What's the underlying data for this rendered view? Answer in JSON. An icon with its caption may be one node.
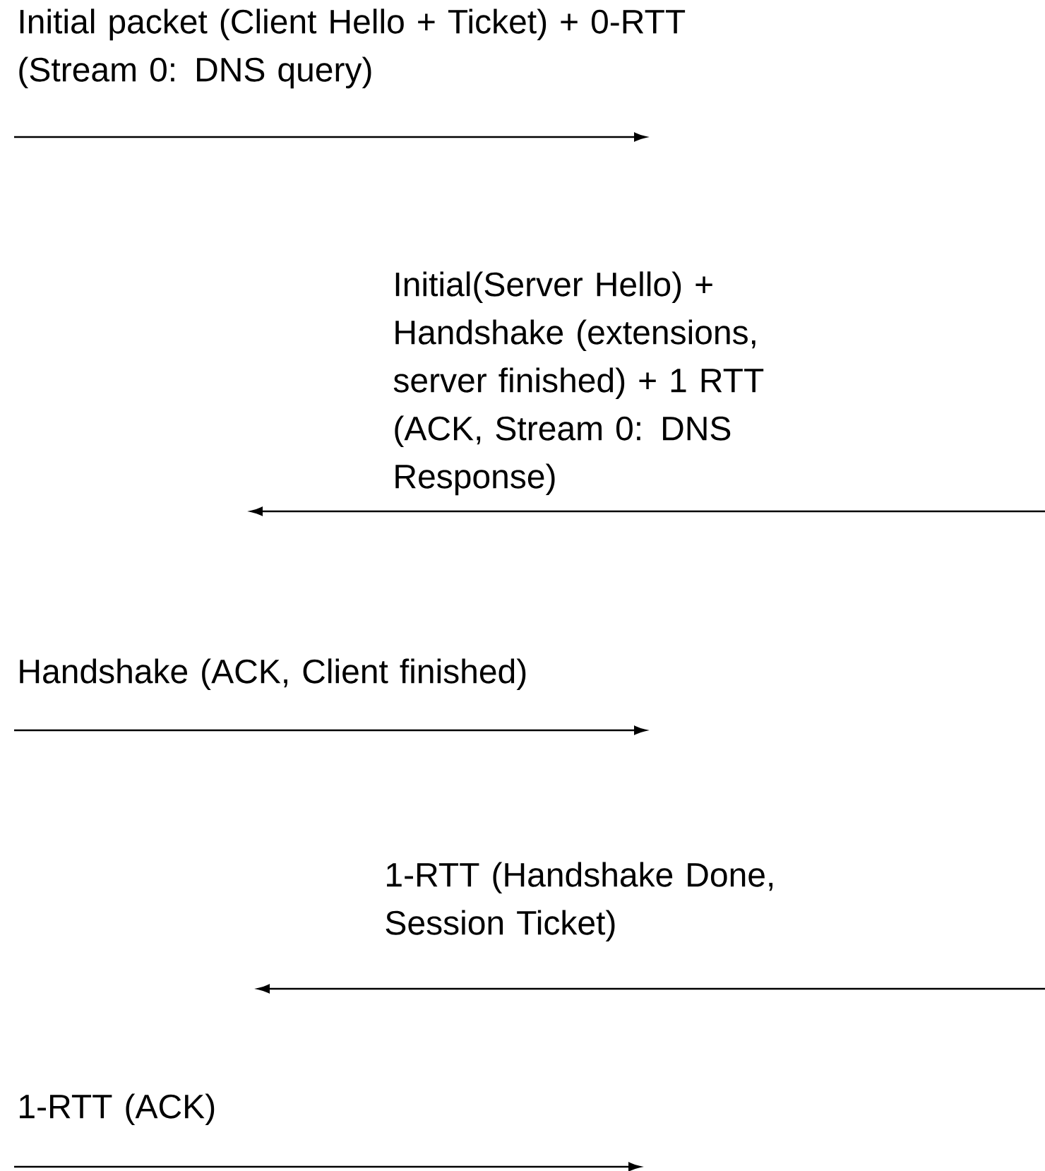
{
  "diagram": {
    "labels": [
      "Initial packet (Client Hello + Ticket) + 0-RTT (Stream 0: DNS query)",
      "Initial(Server Hello) + Handshake (extensions, server finished) + 1 RTT (ACK, Stream 0: DNS Response)",
      "Handshake (ACK, Client finished)",
      "1-RTT (Handshake Done, Session Ticket)",
      "1-RTT (ACK)"
    ]
  }
}
